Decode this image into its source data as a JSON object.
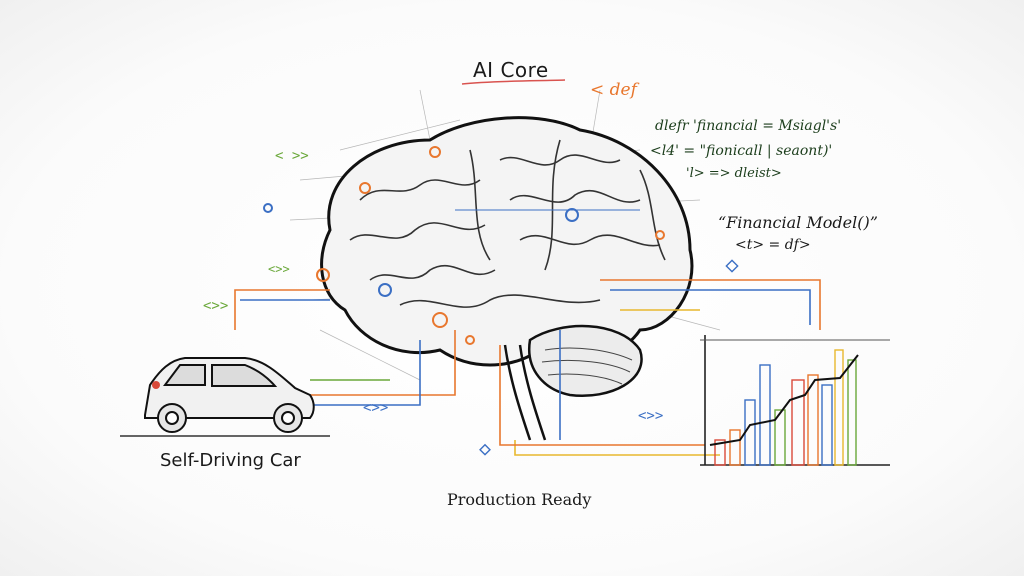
{
  "title": "AI Core",
  "labels": {
    "car": "Self-Driving Car",
    "bottom": "Production Ready",
    "financial_model": "“Financial  Model()”",
    "financial_model_sub": "<t> = df>"
  },
  "code": {
    "top_right_tag": "< def",
    "lines": [
      "dlefr 'financial = Msiagl's'",
      "<l4' = \"fionicall | seaont)'",
      "'l> => dleist>"
    ]
  },
  "bracket_tags": [
    "< >>",
    "<>>",
    "<>>",
    "<>>",
    "<>>"
  ],
  "colors": {
    "ink": "#1a1a1a",
    "orange": "#e8772e",
    "blue": "#3b6fc4",
    "green": "#6aa83a",
    "red": "#d94a3a",
    "yellow": "#e8b82e",
    "underline": "#d9534f"
  }
}
